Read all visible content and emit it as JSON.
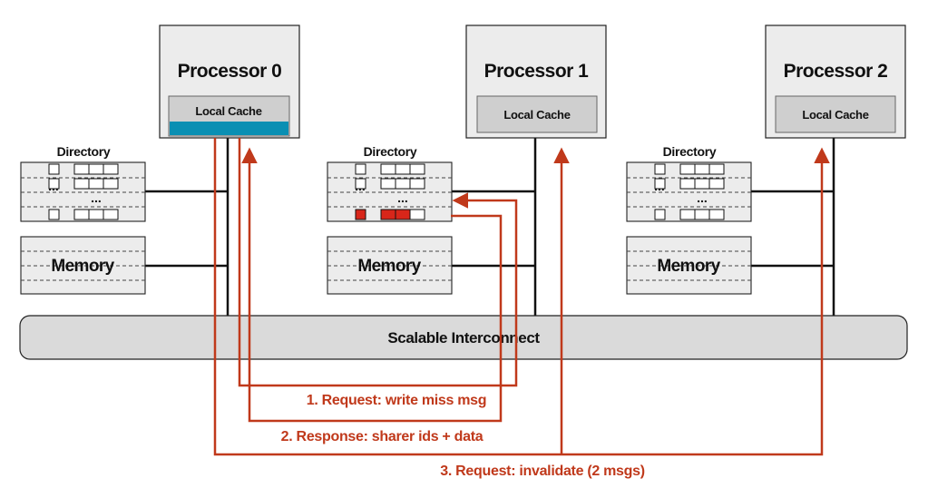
{
  "processors": [
    {
      "title": "Processor 0",
      "cache_label": "Local Cache",
      "cache_state": "modified"
    },
    {
      "title": "Processor 1",
      "cache_label": "Local Cache",
      "cache_state": "invalid"
    },
    {
      "title": "Processor 2",
      "cache_label": "Local Cache",
      "cache_state": "invalid"
    }
  ],
  "nodes": [
    {
      "directory_label": "Directory",
      "memory_label": "Memory",
      "ellipsis": "...",
      "highlighted_entry": false
    },
    {
      "directory_label": "Directory",
      "memory_label": "Memory",
      "ellipsis": "...",
      "highlighted_entry": true
    },
    {
      "directory_label": "Directory",
      "memory_label": "Memory",
      "ellipsis": "...",
      "highlighted_entry": false
    }
  ],
  "interconnect": {
    "label": "Scalable Interconnect"
  },
  "messages": [
    {
      "label": "1. Request: write miss msg"
    },
    {
      "label": "2. Response: sharer ids + data"
    },
    {
      "label": "3. Request: invalidate (2 msgs)"
    }
  ],
  "colors": {
    "message": "#c0391b",
    "cache_fill_active": "#0a8fb3",
    "directory_highlight": "#d8261a",
    "box_fill": "#ececec",
    "cache_fill": "#cfcfcf",
    "bus_fill": "#dadada"
  }
}
